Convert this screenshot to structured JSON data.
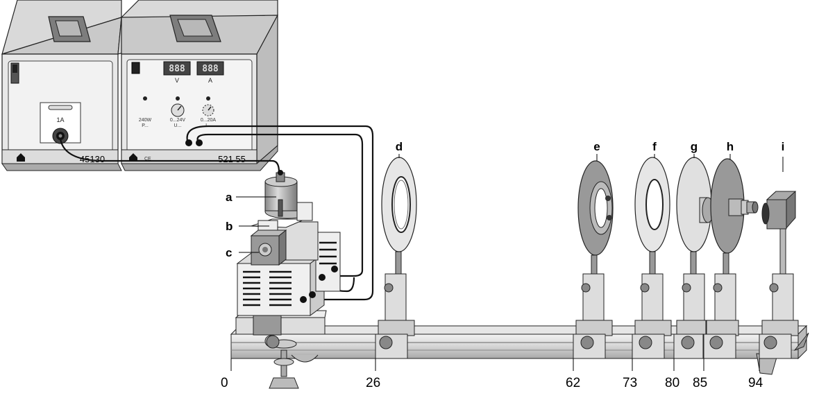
{
  "power_supply_left": {
    "model": "45130",
    "fuse_label": "1A"
  },
  "power_supply_right": {
    "model": "521 55",
    "meter_v_label": "V",
    "meter_a_label": "A",
    "display_v": "888",
    "display_a": "888",
    "knob1_label": "240W",
    "knob1_sub": "P...",
    "knob2_label": "0...24V",
    "knob2_sub": "U...",
    "knob3_label": "0...20A",
    "knob3_sub": "I...",
    "ce_mark": "CE"
  },
  "component_labels": {
    "a": "a",
    "b": "b",
    "c": "c",
    "d": "d",
    "e": "e",
    "f": "f",
    "g": "g",
    "h": "h",
    "i": "i"
  },
  "rail_positions": [
    "0",
    "26",
    "62",
    "73",
    "80",
    "85",
    "94"
  ]
}
